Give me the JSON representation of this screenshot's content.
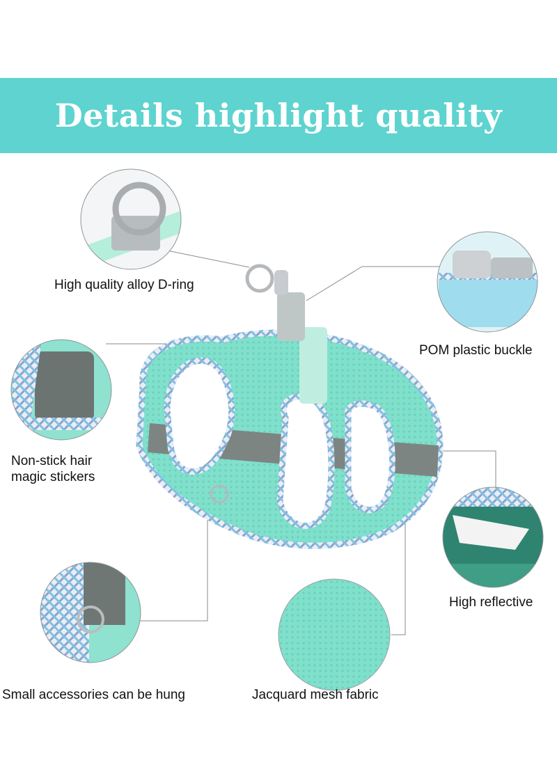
{
  "banner": {
    "title": "Details highlight quality",
    "color": "#5ed3cf"
  },
  "product": {
    "color_mesh": "#7fe0cc",
    "color_trim": "#a8b4c8",
    "color_reflective": "#7d8583"
  },
  "callouts": [
    {
      "label": "High quality alloy D-ring"
    },
    {
      "label": "POM plastic buckle"
    },
    {
      "label_line1": "Non-stick hair",
      "label_line2": "magic stickers"
    },
    {
      "label": "High reflective"
    },
    {
      "label": "Small accessories can be hung"
    },
    {
      "label": "Jacquard mesh fabric"
    }
  ]
}
